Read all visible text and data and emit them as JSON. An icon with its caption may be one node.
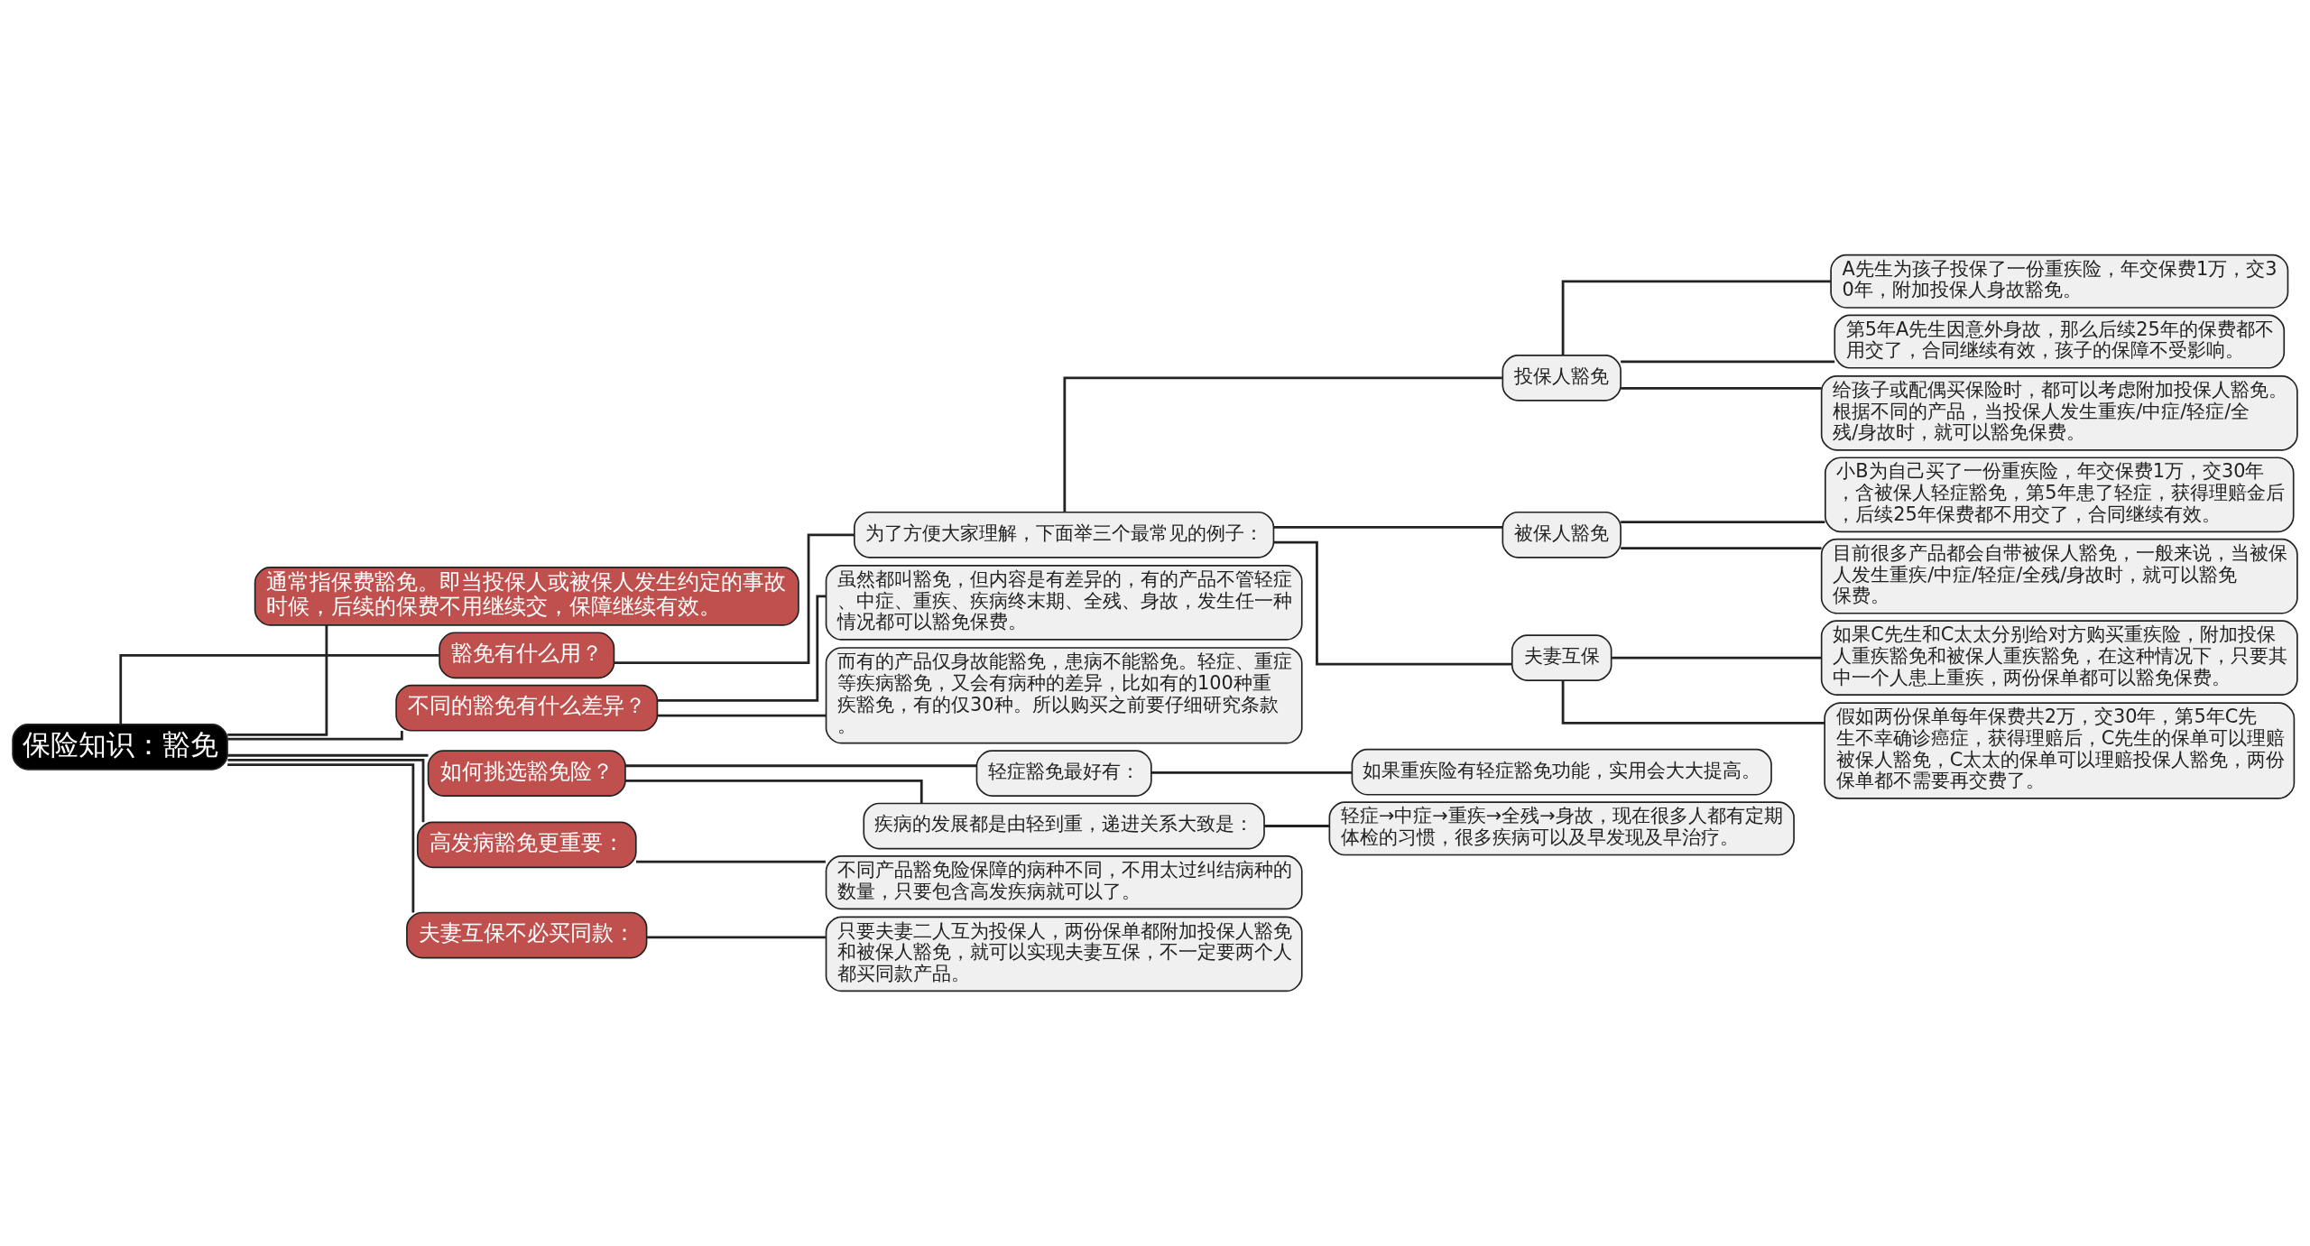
{
  "diagram": {
    "nodes": [
      {
        "text": [
          "保险知识：豁免"
        ]
      },
      {
        "text": [
          "通常指保费豁免。即当投保人或被保人发生约定的事故时候，后续的保费不用继续交，保障继续有效。"
        ]
      },
      {
        "text": [
          "豁免有什么用？"
        ]
      },
      {
        "text": [
          "为了方便大家理解，下面举三个最常见的例子："
        ]
      },
      {
        "text": [
          "投保人豁免"
        ]
      },
      {
        "text": [
          "A先生为孩子投保了一份重疾险，年交保费1万，交30年，附加投保人身故豁免。"
        ]
      },
      {
        "text": [
          "第5年A先生因意外身故，那么后续25年的保费都不用交了，合同继续有效，孩子的保障不受影响。"
        ]
      },
      {
        "text": [
          "给孩子或配偶买保险时，都可以考虑附加投保人豁免。根据不同的产品，当投保人发生重疾/中症/轻症/全残/身故时，就可以豁免保费。"
        ]
      },
      {
        "text": [
          "被保人豁免"
        ]
      },
      {
        "text": [
          "小B为自己买了一份重疾险，年交保费1万，交30年，含被保人轻症豁免，第5年患了轻症，获得理赔金后，后续25年保费都不用交了，合同继续有效。"
        ]
      },
      {
        "text": [
          "目前很多产品都会自带被保人豁免，一般来说，当被保人发生重疾/中症/轻症/全残/身故时，就可以豁免保费。"
        ]
      },
      {
        "text": [
          "夫妻互保"
        ]
      },
      {
        "text": [
          "如果C先生和C太太分别给对方购买重疾险，附加投保人重疾豁免和被保人重疾豁免，在这种情况下，只要其中一个人患上重疾，两份保单都可以豁免保费。"
        ]
      },
      {
        "text": [
          "假如两份保单每年保费共2万，交30年，第5年C先生不幸确诊癌症，获得理赔后，C先生的保单可以理赔被保人豁免，C太太的保单可以理赔投保人豁免，两份保单都不需要再交费了。"
        ]
      },
      {
        "text": [
          "不同的豁免有什么差异？"
        ]
      },
      {
        "text": [
          "虽然都叫豁免，但内容是有差异的，有的产品不管轻症、中症、重疾、疾病终末期、全残、身故，发生任一种情况都可以豁免保费。"
        ]
      },
      {
        "text": [
          "而有的产品仅身故能豁免，患病不能豁免。轻症、重症等疾病豁免，又会有病种的差异，比如有的100种重疾豁免，有的仅30种。所以购买之前要仔细研究条款。"
        ]
      },
      {
        "text": [
          "如何挑选豁免险？"
        ]
      },
      {
        "text": [
          "轻症豁免最好有："
        ]
      },
      {
        "text": [
          "如果重疾险有轻症豁免功能，实用会大大提高。"
        ]
      },
      {
        "text": [
          "疾病的发展都是由轻到重，递进关系大致是："
        ]
      },
      {
        "text": [
          "轻症→中症→重疾→全残→身故，现在很多人都有定期体检的习惯，很多疾病可以及早发现及早治疗。"
        ]
      },
      {
        "text": [
          "高发病豁免更重要："
        ]
      },
      {
        "text": [
          "不同产品豁免险保障的病种不同，不用太过纠结病种的数量，只要包含高发疾病就可以了。"
        ]
      },
      {
        "text": [
          "夫妻互保不必买同款："
        ]
      },
      {
        "text": [
          "只要夫妻二人互为投保人，两份保单都附加投保人豁免和被保人豁免，就可以实现夫妻互保，不一定要两个人都买同款产品。"
        ]
      }
    ],
    "edges": [
      {
        "from": 0,
        "to": 1,
        "arrow": "none"
      },
      {
        "from": 0,
        "to": 2,
        "arrow": "none"
      },
      {
        "from": 2,
        "to": 3,
        "arrow": "none"
      },
      {
        "from": 3,
        "to": 4,
        "arrow": "none"
      },
      {
        "from": 4,
        "to": 5,
        "arrow": "none"
      },
      {
        "from": 4,
        "to": 6,
        "arrow": "none"
      },
      {
        "from": 4,
        "to": 7,
        "arrow": "none"
      },
      {
        "from": 3,
        "to": 8,
        "arrow": "none"
      },
      {
        "from": 8,
        "to": 9,
        "arrow": "none"
      },
      {
        "from": 8,
        "to": 10,
        "arrow": "none"
      },
      {
        "from": 3,
        "to": 11,
        "arrow": "none"
      },
      {
        "from": 11,
        "to": 12,
        "arrow": "none"
      },
      {
        "from": 11,
        "to": 13,
        "arrow": "none"
      },
      {
        "from": 0,
        "to": 14,
        "arrow": "none"
      },
      {
        "from": 14,
        "to": 15,
        "arrow": "none"
      },
      {
        "from": 14,
        "to": 16,
        "arrow": "none"
      },
      {
        "from": 0,
        "to": 17,
        "arrow": "none"
      },
      {
        "from": 17,
        "to": 18,
        "arrow": "none"
      },
      {
        "from": 18,
        "to": 19,
        "arrow": "none"
      },
      {
        "from": 17,
        "to": 20,
        "arrow": "none"
      },
      {
        "from": 20,
        "to": 21,
        "arrow": "none"
      },
      {
        "from": 0,
        "to": 22,
        "arrow": "none"
      },
      {
        "from": 22,
        "to": 23,
        "arrow": "none"
      },
      {
        "from": 0,
        "to": 24,
        "arrow": "none"
      },
      {
        "from": 24,
        "to": 25,
        "arrow": "none"
      }
    ]
  }
}
